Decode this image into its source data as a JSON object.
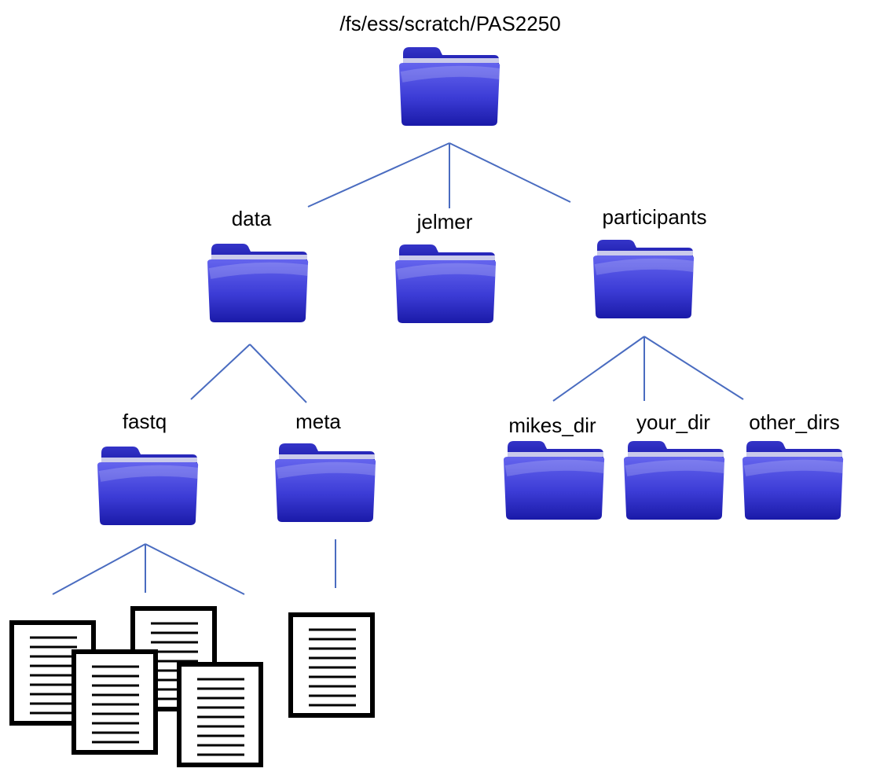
{
  "diagram": {
    "root": {
      "label": "/fs/ess/scratch/PAS2250",
      "icon": "folder-icon"
    },
    "level1": [
      {
        "label": "data",
        "icon": "folder-icon"
      },
      {
        "label": "jelmer",
        "icon": "folder-icon"
      },
      {
        "label": "participants",
        "icon": "folder-icon"
      }
    ],
    "data_children": [
      {
        "label": "fastq",
        "icon": "folder-icon"
      },
      {
        "label": "meta",
        "icon": "folder-icon"
      }
    ],
    "participants_children": [
      {
        "label": "mikes_dir",
        "icon": "folder-icon"
      },
      {
        "label": "your_dir",
        "icon": "folder-icon"
      },
      {
        "label": "other_dirs",
        "icon": "folder-icon"
      }
    ],
    "fastq_files": {
      "count": 4,
      "icon": "document-icon"
    },
    "meta_files": {
      "count": 1,
      "icon": "document-icon"
    }
  },
  "colors": {
    "folder_dark": "#1a1aa8",
    "folder_light": "#6464ee",
    "connector": "#4a6cc0",
    "document_border": "#000000"
  }
}
